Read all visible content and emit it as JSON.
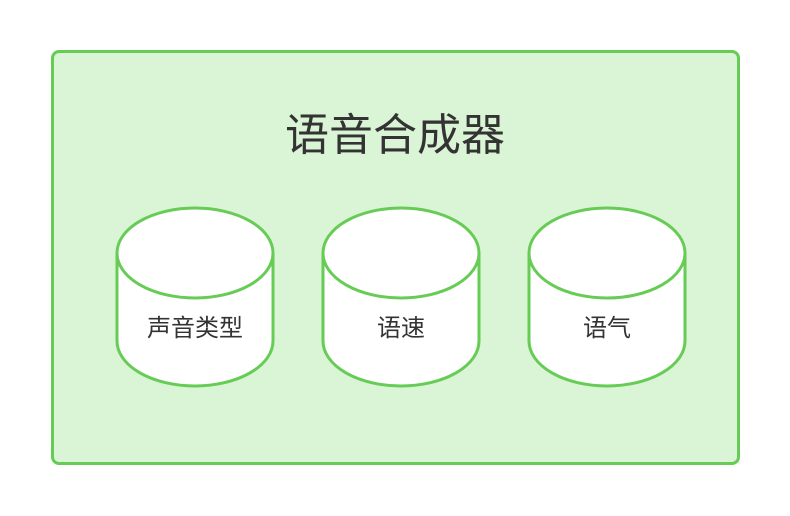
{
  "diagram": {
    "title": "语音合成器",
    "components": [
      {
        "label": "声音类型"
      },
      {
        "label": "语速"
      },
      {
        "label": "语气"
      }
    ]
  },
  "colors": {
    "container_fill": "#daf5d5",
    "container_stroke": "#66cc55",
    "cylinder_fill": "#ffffff",
    "cylinder_stroke": "#66cc55",
    "text": "#333333"
  }
}
